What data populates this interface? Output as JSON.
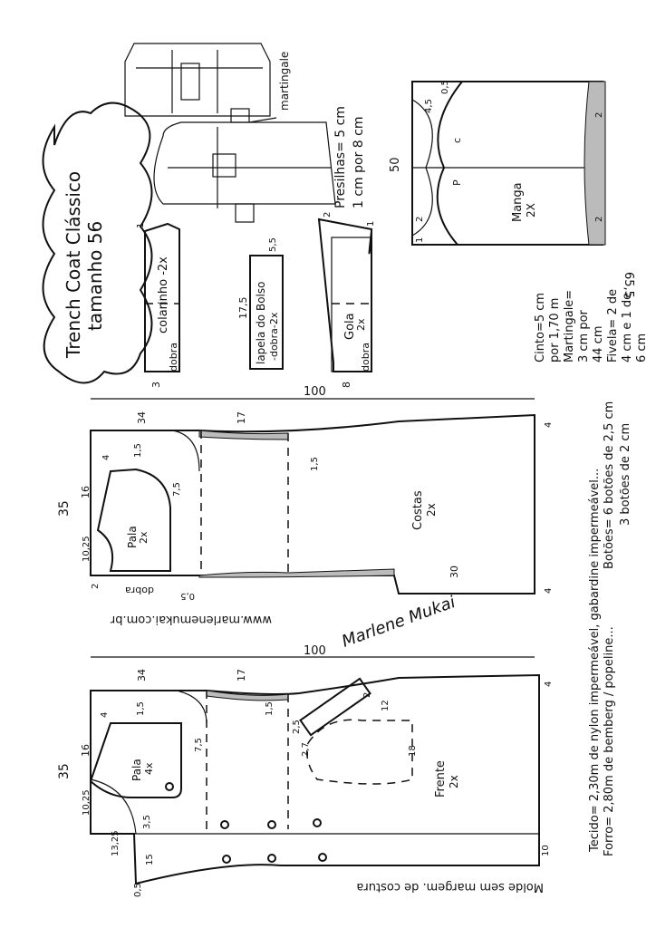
{
  "title": {
    "line1": "Trench Coat Clássico",
    "line2": "tamanho 56"
  },
  "illustration": {
    "label": "martingale"
  },
  "presilhas": {
    "line1": "Presilhas= 5 cm",
    "line2": "1 cm por 8 cm"
  },
  "colarinho": {
    "label": "colarinho -2x",
    "fold": "dobra",
    "width": "3",
    "mark": "1"
  },
  "lapela": {
    "label1": "lapela do Bolso",
    "label2": "-dobra-2x",
    "length": "17,5",
    "width": "5,5"
  },
  "gola": {
    "label1": "Gola",
    "label2": "2x",
    "fold": "dobra",
    "width": "8",
    "mark_top": "2",
    "mark": "1"
  },
  "manga": {
    "label1": "Manga",
    "label2": "2X",
    "height": "50",
    "width": "65,5",
    "p": "P",
    "c": "c",
    "m1": "4,5",
    "m2": "0,5",
    "m3": "2",
    "m4": "2",
    "m5": "2",
    "m6": "1"
  },
  "notes": {
    "cinto1": "Cinto=5 cm",
    "cinto2": "por 1,70 m",
    "martingale1": "Martingale=",
    "martingale2": "3 cm por",
    "martingale3": "44 cm",
    "fivela1": "Fivela= 2 de",
    "fivela2": "4 cm e 1 de",
    "fivela3": "6 cm",
    "botoes1": "Botões= 6 botões de 2,5 cm",
    "botoes2": "3 botões de 2 cm",
    "tecido": "Tecido= 2,30m de nylon impermeável, gabardine impermeável...",
    "forro": "Forro= 2,80m de bemberg / popeline..."
  },
  "costas": {
    "label1": "Costas",
    "label2": "2x",
    "length": "100",
    "side": "35",
    "d34": "34",
    "d17": "17",
    "d16": "16",
    "d10": "10,25",
    "d4": "4",
    "d15a": "1,5",
    "d15b": "1,5",
    "d75": "7,5",
    "d2": "2",
    "d05": "0,5",
    "d30": "30",
    "d4b": "4",
    "d4c": "4",
    "pala1": "Pala",
    "pala2": "2x",
    "fold": "dobra"
  },
  "frente": {
    "label1": "Frente",
    "label2": "2x",
    "length": "100",
    "side": "35",
    "d34": "34",
    "d17": "17",
    "d16": "16",
    "d10": "10,25",
    "d4": "4",
    "d15": "1,5",
    "d75": "7,5",
    "d35": "3,5",
    "d1325": "13,25",
    "d15b": "15",
    "d05": "0,5",
    "d10b": "10",
    "d2": "2",
    "d12": "12",
    "d18": "18",
    "d15c": "1,5",
    "d25": "2,5",
    "d27": "2,7",
    "pala1": "Pala",
    "pala2": "4x",
    "d4b": "4"
  },
  "website": "www.marlenemukai.com.br",
  "signature": "Marlene Mukai",
  "footer": "Molde sem margem. de costura"
}
